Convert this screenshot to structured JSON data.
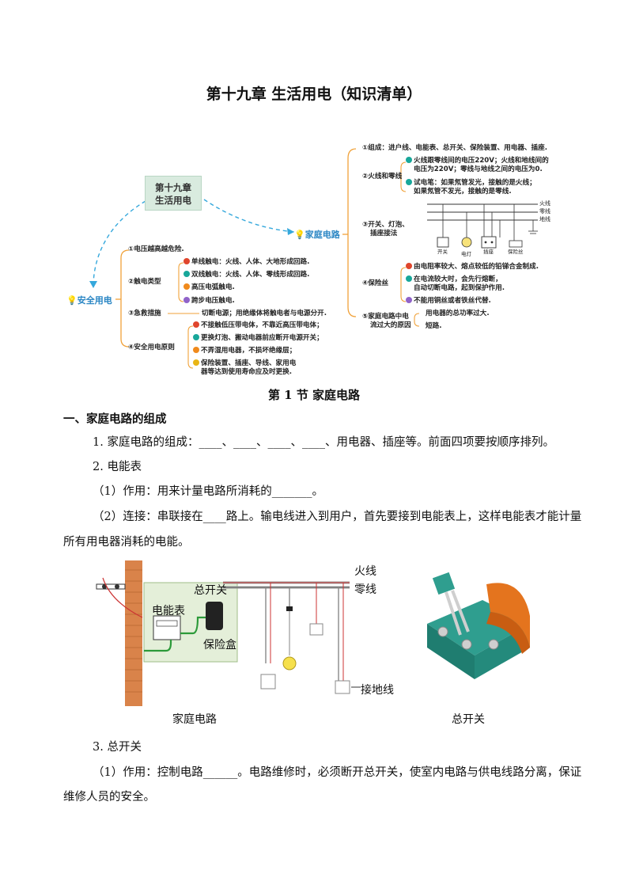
{
  "title": "第十九章 生活用电（知识清单）",
  "mindmap": {
    "center": [
      "第十九章",
      "生活用电"
    ],
    "right_root": "家庭电路",
    "left_root": "安全用电",
    "right": {
      "composition": "①组成：进户线、电能表、总开关、保险装置、用电器、插座.",
      "live_neutral": {
        "label": "②火线和零线",
        "items": [
          [
            "火线跟零线间的电压220V；火线和地线间的",
            "电压为220V；零线与地线之间的电压为0."
          ],
          [
            "试电笔：如果氖管发光，接触的是火线；",
            "如果氖管不发光，接触的是零线."
          ]
        ]
      },
      "wiring": {
        "label": [
          "③开关、灯泡、",
          "插座接法"
        ],
        "lines": [
          "火线",
          "零线",
          "地线"
        ],
        "devices": [
          "开关",
          "电灯",
          "插座",
          "保险丝"
        ]
      },
      "fuse": {
        "label": "④保险丝",
        "items": [
          [
            "由电阻率较大、熔点较低的铅锑合金制成."
          ],
          [
            "在电流较大时，会先行熔断，",
            "自动切断电路，起到保护作用."
          ],
          [
            "不能用铜丝或者铁丝代替."
          ]
        ]
      },
      "overcurrent": {
        "label": [
          "⑤家庭电路中电",
          "流过大的原因"
        ],
        "items": [
          "用电器的总功率过大.",
          "短路."
        ]
      }
    },
    "left": {
      "voltage": "①电压越高越危险.",
      "shock": {
        "label": "②触电类型",
        "items": [
          "单线触电：火线、人体、大地形成回路.",
          "双线触电：火线、人体、零线形成回路.",
          "高压电弧触电.",
          "跨步电压触电."
        ]
      },
      "rescue": {
        "label": "③急救措施",
        "text": "切断电源；用绝缘体将触电者与电源分开."
      },
      "principles": {
        "label": "④安全用电原则",
        "items": [
          [
            "不接触低压带电体，不靠近高压带电体；"
          ],
          [
            "更换灯泡、搬动电器前应断开电源开关；"
          ],
          [
            "不弄湿用电器，不损坏绝缘层；"
          ],
          [
            "保险装置、插座、导线、家用电",
            "器等达到使用寿命应及时更换."
          ]
        ]
      }
    },
    "colors": {
      "bullet_red": "#e0452c",
      "bullet_teal": "#18a79a",
      "bullet_orange": "#f08a1c",
      "bullet_purple": "#9063c9",
      "bullet_yellow": "#e9b515",
      "link_blue": "#35a8dc",
      "center_fill": "#d9ebdf"
    }
  },
  "section_title": "第 1 节  家庭电路",
  "heading1": "一、家庭电路的组成",
  "paragraphs": {
    "p1": "1. 家庭电路的组成：____、____、____、____、用电器、插座等。前面四项要按顺序排列。",
    "p2": "2. 电能表",
    "p3": "（1）作用：用来计量电路所消耗的_______。",
    "p4a": "（2）连接：串联接在____路上。输电线进入到用户，首先要接到电能表上，这样电能表才能计量",
    "p4b": "所有用电器消耗的电能。",
    "p5": "3. 总开关",
    "p6a": "（1）作用：控制电路______。电路维修时，必须断开总开关，使室内电路与供电线路分离，保证",
    "p6b": "维修人员的安全。"
  },
  "figure": {
    "labels": {
      "live": "火线",
      "neutral": "零线",
      "main_switch": "总开关",
      "meter": "电能表",
      "fuse_box": "保险盒",
      "ground": "接地线"
    },
    "captions": [
      "家庭电路",
      "总开关"
    ]
  }
}
